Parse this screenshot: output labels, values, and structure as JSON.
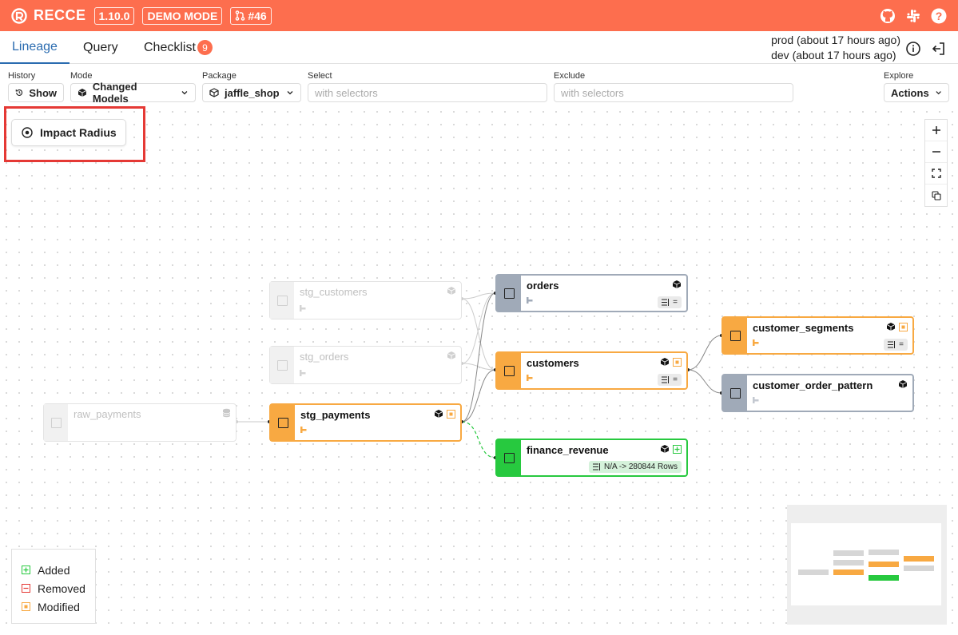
{
  "header": {
    "app_name": "RECCE",
    "version": "1.10.0",
    "mode_tag": "DEMO MODE",
    "pr_tag": "#46",
    "brand_color": "#fd6e4e"
  },
  "tabs": [
    {
      "label": "Lineage",
      "active": true
    },
    {
      "label": "Query",
      "active": false
    },
    {
      "label": "Checklist",
      "active": false,
      "badge": "9"
    }
  ],
  "env": {
    "prod": "prod (about 17 hours ago)",
    "dev": "dev (about 17 hours ago)"
  },
  "filters": {
    "history": {
      "label": "History",
      "value": "Show"
    },
    "mode": {
      "label": "Mode",
      "value": "Changed Models"
    },
    "package": {
      "label": "Package",
      "value": "jaffle_shop"
    },
    "select": {
      "label": "Select",
      "placeholder": "with selectors"
    },
    "exclude": {
      "label": "Exclude",
      "placeholder": "with selectors"
    },
    "explore": {
      "label": "Explore",
      "value": "Actions"
    }
  },
  "impact_button": {
    "label": "Impact Radius"
  },
  "nodes": {
    "raw_payments": {
      "name": "raw_payments",
      "state": "faded"
    },
    "stg_customers": {
      "name": "stg_customers",
      "state": "faded"
    },
    "stg_orders": {
      "name": "stg_orders",
      "state": "faded"
    },
    "stg_payments": {
      "name": "stg_payments",
      "state": "modified"
    },
    "orders": {
      "name": "orders",
      "state": "unchanged",
      "chip": "="
    },
    "customers": {
      "name": "customers",
      "state": "modified",
      "chip": "="
    },
    "finance_revenue": {
      "name": "finance_revenue",
      "state": "added",
      "chip": "N/A -> 280844 Rows"
    },
    "customer_segments": {
      "name": "customer_segments",
      "state": "modified",
      "chip": "="
    },
    "customer_order_pattern": {
      "name": "customer_order_pattern",
      "state": "unchanged"
    }
  },
  "legend": {
    "added": "Added",
    "removed": "Removed",
    "modified": "Modified"
  },
  "colors": {
    "modified": "#f8a942",
    "unchanged": "#a0aab8",
    "added": "#27c93f",
    "removed": "#e53935",
    "active_tab": "#2b6cb0"
  }
}
